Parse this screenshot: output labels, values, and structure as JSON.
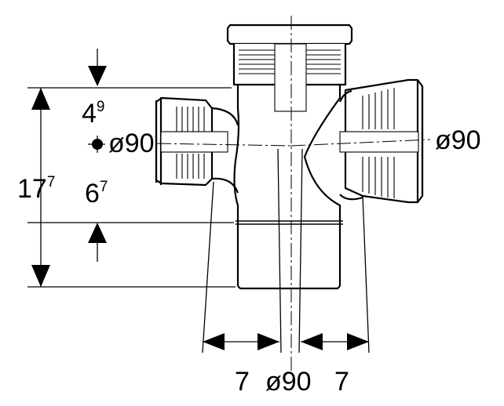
{
  "labels": {
    "dim_top_main": "4",
    "dim_top_sup": "9",
    "dim_total_main": "17",
    "dim_total_sup": "7",
    "dim_bottom_main": "6",
    "dim_bottom_sup": "7",
    "dia_left": "ø90",
    "dia_right": "ø90",
    "dia_bottom": "ø90",
    "offset_left": "7",
    "offset_right": "7"
  }
}
